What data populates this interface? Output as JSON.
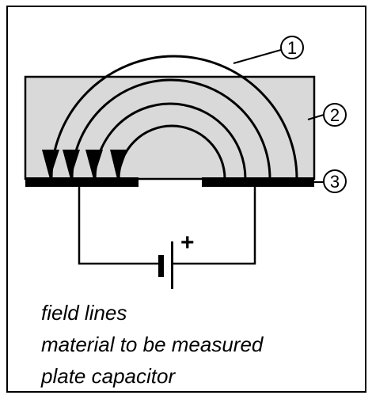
{
  "colors": {
    "material_fill": "#d9d9d9",
    "line": "#000000",
    "background": "#ffffff"
  },
  "markers": [
    "1",
    "2",
    "3"
  ],
  "battery": {
    "plus_sign": "+"
  },
  "legend": [
    "field lines",
    "material to be measured",
    "plate capacitor"
  ]
}
